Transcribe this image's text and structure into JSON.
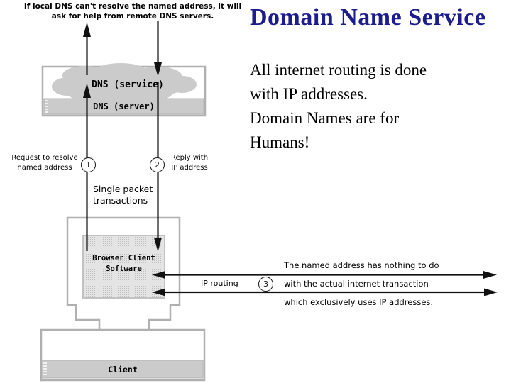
{
  "slide": {
    "title": "Domain Name Service",
    "title_color": "#1c1c8c",
    "top_note_lines": [
      "If local DNS can't resolve the named address, it will",
      "ask for help from remote DNS servers."
    ],
    "body_lines": [
      "All internet routing is done",
      "with IP addresses.",
      "Domain Names are for",
      "Humans!"
    ]
  },
  "diagram": {
    "dns_cloud_label": "DNS (service)",
    "dns_server_label": "DNS (server)",
    "screen_lines": [
      "Browser Client",
      "Software"
    ],
    "client_label": "Client",
    "request_label_lines": [
      "Request to resolve",
      "named address"
    ],
    "reply_label_lines": [
      "Reply with",
      "IP address"
    ],
    "single_packet_lines": [
      "Single packet",
      "transactions"
    ],
    "ip_routing_label": "IP routing",
    "steps": {
      "one": "1",
      "two": "2",
      "three": "3"
    },
    "right_note_lines": [
      "The named address has nothing to do",
      "with the actual internet transaction",
      "which exclusively uses IP addresses."
    ],
    "colors": {
      "gray_fill": "#cbcbcb",
      "outline": "#b0b0b0",
      "screen_fill": "#e4e4e4",
      "arrow": "#111111"
    }
  }
}
